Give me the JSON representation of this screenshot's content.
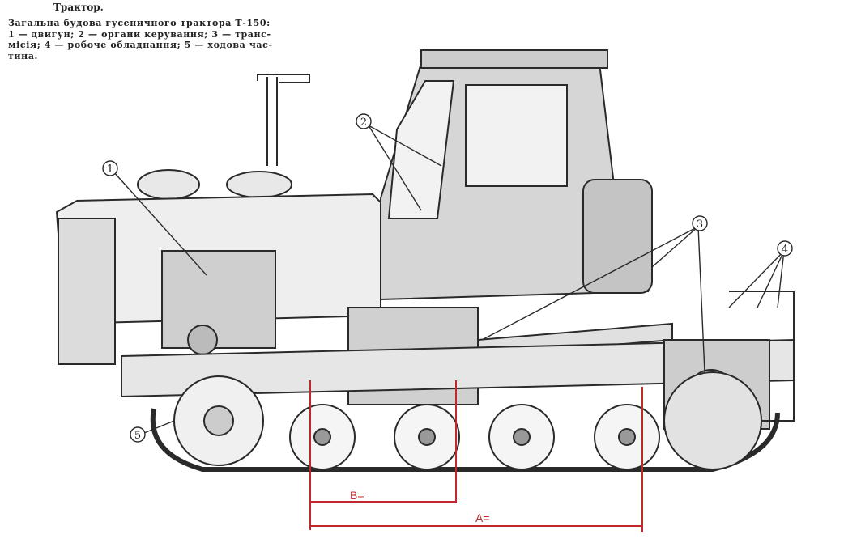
{
  "caption": {
    "title": "Трактор.",
    "text": "Загальна будова гусеничного трактора Т-150:\n1 — двигун; 2 — органи керування; 3 — транс-\nмісія; 4 — робоче обладнання; 5 — ходова час-\nтина."
  },
  "callouts": {
    "c1": "1",
    "c2": "2",
    "c3": "3",
    "c4": "4",
    "c5": "5"
  },
  "dimensions": {
    "b_label": "B=",
    "a_label": "A="
  },
  "colors": {
    "dimension_line": "#c0282d",
    "drawing": "#2a2a2a"
  }
}
